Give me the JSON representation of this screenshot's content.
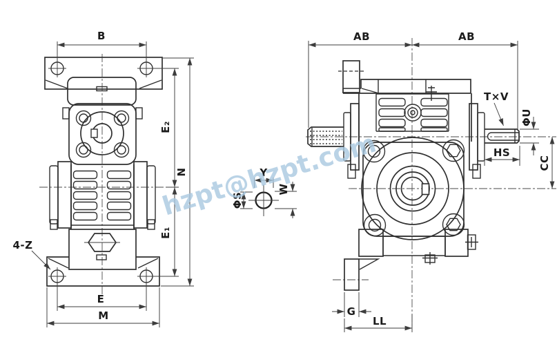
{
  "watermark_text": "hzpt@hzpt.com",
  "colors": {
    "line": "#2f2f2f",
    "dim": "#3d3d3d",
    "text": "#1b1b1b",
    "watermark": "#a9c9e1",
    "background": "#ffffff"
  },
  "front_view": {
    "width_top": "B",
    "height_upper": "E₂",
    "height_total": "N",
    "height_lower": "E₁",
    "mount_holes": "4-Z",
    "bolt_span": "E",
    "base_width": "M"
  },
  "shaft_section": {
    "width": "Y",
    "key_height": "W",
    "diameter": "ΦS"
  },
  "side_view": {
    "half_width_left": "AB",
    "half_width_right": "AB",
    "key_size": "T×V",
    "shaft_diameter": "ΦU",
    "shaft_length": "HS",
    "center_height": "CC",
    "foot_width": "G",
    "foot_to_center": "LL"
  }
}
